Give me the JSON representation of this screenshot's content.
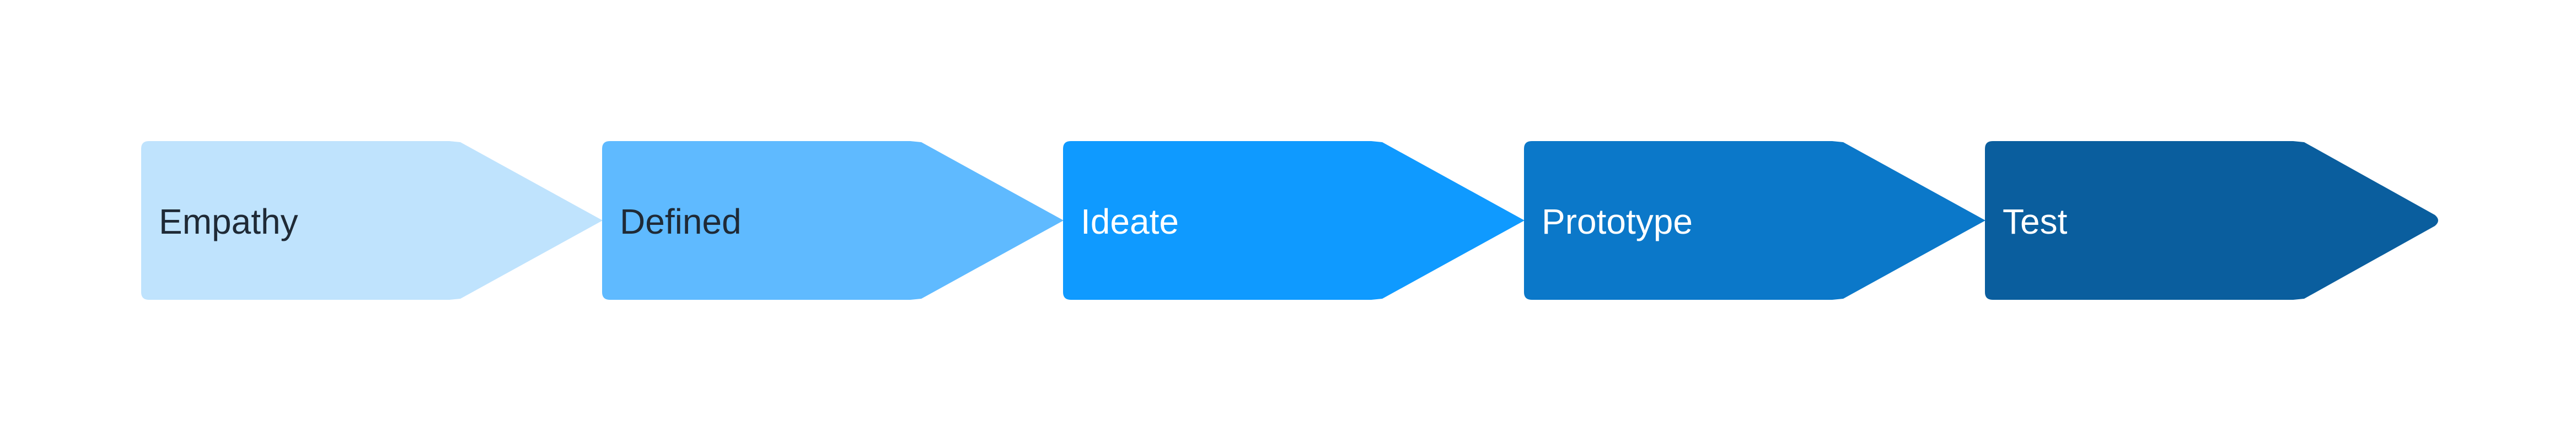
{
  "diagram": {
    "steps": [
      {
        "label": "Empathy",
        "fill": "#bfe3fd",
        "text_color": "#1f2a36"
      },
      {
        "label": "Defined",
        "fill": "#5fbaff",
        "text_color": "#1f2a36"
      },
      {
        "label": "Ideate",
        "fill": "#0f9aff",
        "text_color": "#ffffff"
      },
      {
        "label": "Prototype",
        "fill": "#0b78c9",
        "text_color": "#ffffff"
      },
      {
        "label": "Test",
        "fill": "#0a5e9e",
        "text_color": "#ffffff"
      }
    ]
  }
}
